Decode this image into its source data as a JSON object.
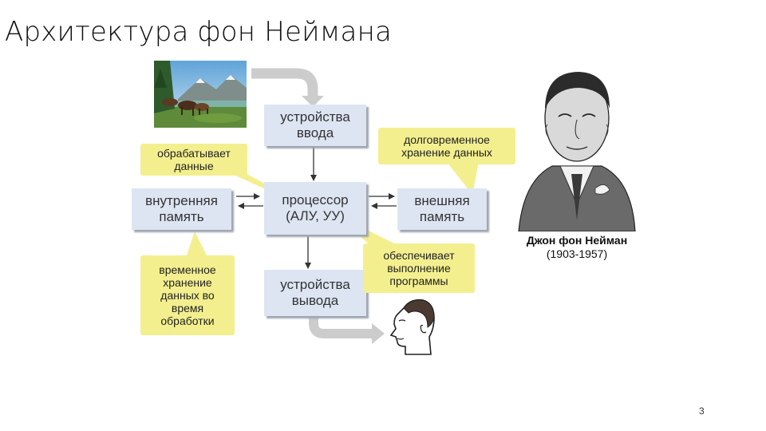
{
  "slide": {
    "title": "Архитектура фон Неймана",
    "page_number": "3"
  },
  "diagram": {
    "boxes": {
      "input": "устройства ввода",
      "processor": "процессор (АЛУ, УУ)",
      "internal_memory": "внутренняя память",
      "external_memory": "внешняя память",
      "output": "устройства вывода"
    },
    "notes": {
      "processes": "обрабатывает данные",
      "long_term": "долговременное хранение данных",
      "temporary": "временное хранение данных во время обработки",
      "executes": "обеспечивает выполнение программы"
    }
  },
  "portrait": {
    "name": "Джон фон Нейман",
    "years": "(1903-1957)"
  },
  "colors": {
    "box_fill": "#dde5f2",
    "note_fill": "#f3ef8e",
    "flow_arrow": "#cccccc"
  }
}
